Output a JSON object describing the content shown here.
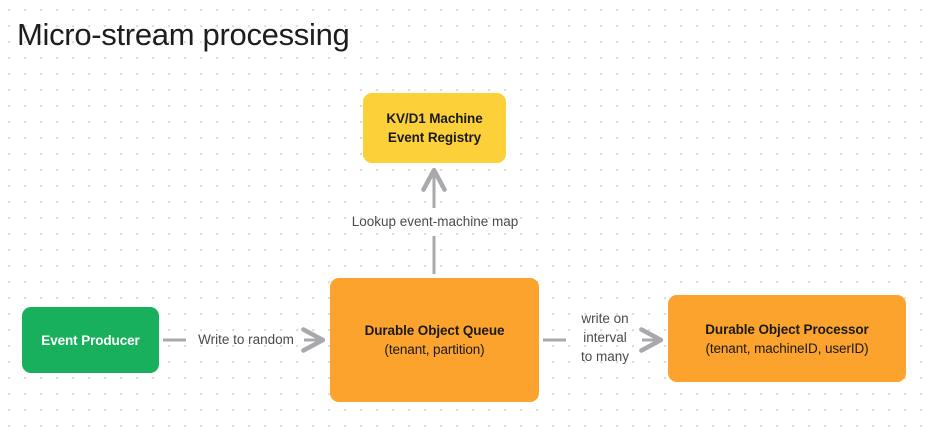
{
  "page": {
    "title": "Micro-stream processing",
    "background_color": "#ffffff",
    "grid_dot_color": "#dcdce2",
    "title_color": "#1d1d1f"
  },
  "diagram": {
    "type": "flow-diagram",
    "nodes": [
      {
        "id": "event-producer",
        "title": "Event Producer",
        "subtitle": "",
        "color": "#18b05c",
        "text_color": "#ffffff"
      },
      {
        "id": "kv-registry",
        "title": "KV/D1 Machine",
        "subtitle": "Event Registry",
        "color": "#fcd038",
        "text_color": "#1a1a1a"
      },
      {
        "id": "do-queue",
        "title": "Durable Object Queue",
        "subtitle": "(tenant, partition)",
        "color": "#fba32c",
        "text_color": "#1a1a1a"
      },
      {
        "id": "do-processor",
        "title": "Durable Object Processor",
        "subtitle": "(tenant, machineID, userID)",
        "color": "#fba32c",
        "text_color": "#1a1a1a"
      }
    ],
    "edges": [
      {
        "id": "producer-to-queue",
        "from": "event-producer",
        "to": "do-queue",
        "label": "Write to random",
        "direction": "right",
        "color": "#a8a8ad"
      },
      {
        "id": "queue-to-registry",
        "from": "do-queue",
        "to": "kv-registry",
        "label": "Lookup event-machine map",
        "direction": "up",
        "color": "#a8a8ad"
      },
      {
        "id": "queue-to-processor",
        "from": "do-queue",
        "to": "do-processor",
        "label_line1": "write on",
        "label_line2": "interval",
        "label_line3": "to many",
        "direction": "right",
        "color": "#a8a8ad"
      }
    ]
  }
}
